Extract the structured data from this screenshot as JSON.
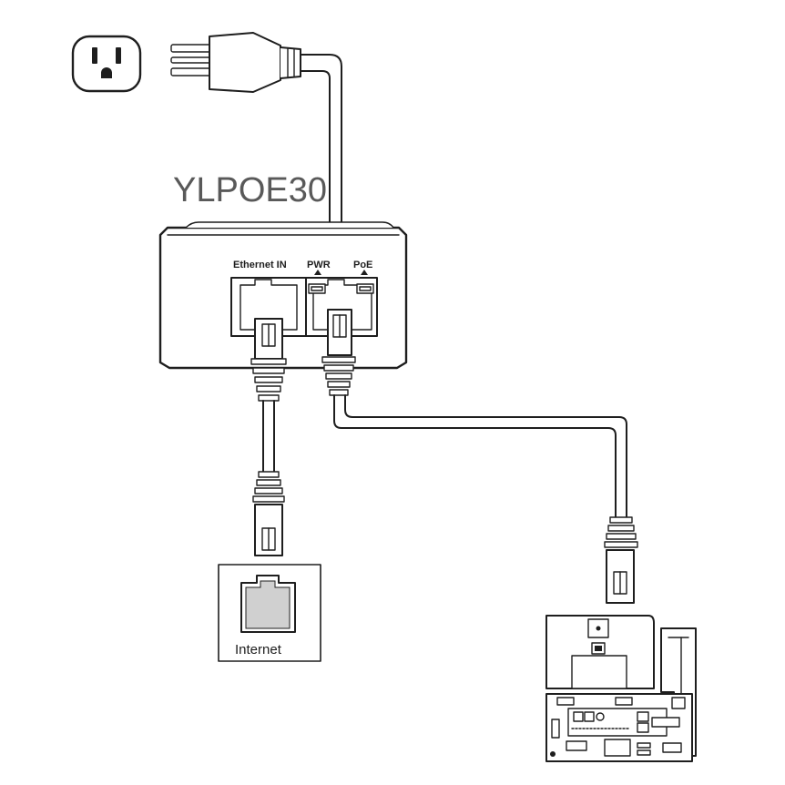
{
  "device": {
    "model": "YLPOE30",
    "port_labels": {
      "ethernet_in": "Ethernet IN",
      "pwr": "PWR",
      "poe": "PoE"
    }
  },
  "wall_jack": {
    "label": "Internet"
  },
  "icons": [
    "power-outlet-icon",
    "power-plug-icon",
    "rj45-plug-icon",
    "ip-phone-icon"
  ],
  "colors": {
    "line": "#1e1e1e",
    "title": "#595959",
    "jack_fill": "#d9d9d9"
  }
}
